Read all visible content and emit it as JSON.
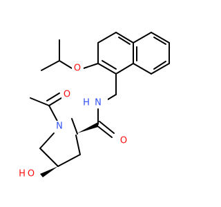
{
  "molecule": {
    "atoms": {
      "amide_n": {
        "label": "N",
        "color": "#3050f8"
      },
      "amide_h": {
        "label": "H",
        "color": "#3050f8"
      },
      "ring_n": {
        "label": "N",
        "color": "#3050f8"
      },
      "acetyl_o": {
        "label": "O",
        "color": "#ff0d0d"
      },
      "amide_o": {
        "label": "O",
        "color": "#ff0d0d"
      },
      "ether_o": {
        "label": "O",
        "color": "#ff0d0d"
      },
      "hydroxyl_o": {
        "label": "O",
        "color": "#ff0d0d"
      },
      "hydroxyl_h": {
        "label": "H",
        "color": "#ff0d0d"
      }
    },
    "bond_color": "#000000"
  }
}
